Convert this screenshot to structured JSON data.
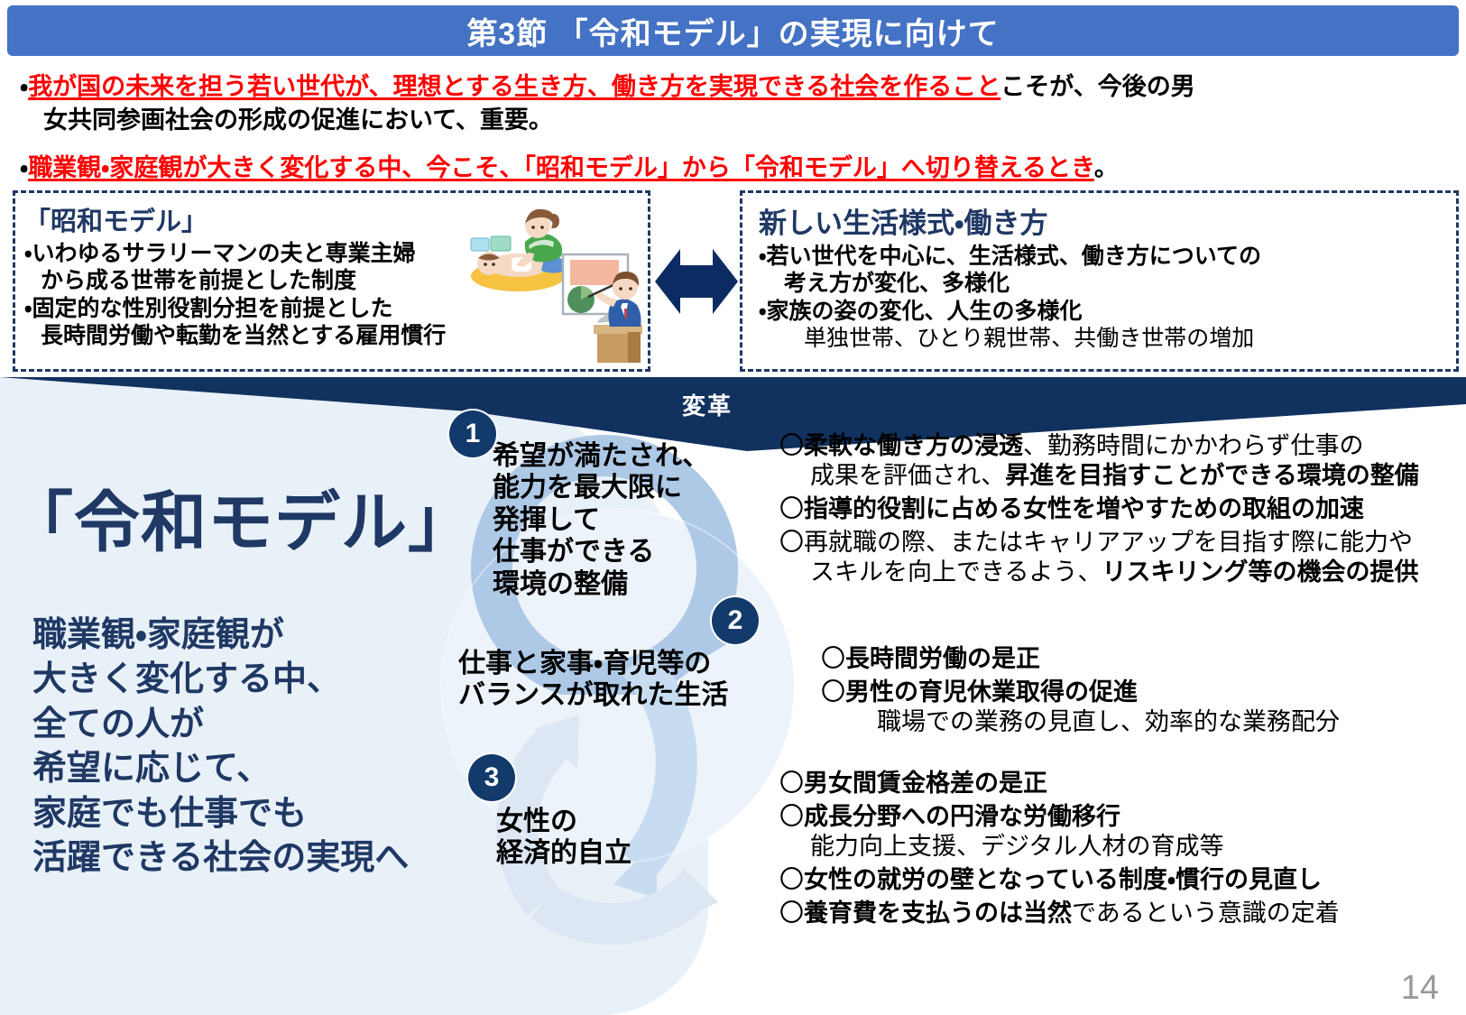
{
  "slide": {
    "page_number": "14",
    "colors": {
      "title_bar": "#4472C4",
      "navy": "#1F3864",
      "badge_navy": "#123A6B",
      "cycle_arrow": "#AEC9E6",
      "cycle_arrow_light": "#DCE7F3",
      "panel_bg": "#E8F0F8",
      "red": "#FF0000"
    }
  },
  "title": {
    "text": "第3節 「令和モデル」の実現に向けて"
  },
  "lead": {
    "item1": {
      "bullet": "・",
      "highlight": "我が国の未来を担う若い世代が、理想とする生き方、働き方を実現できる社会を作ること",
      "tail": "こそが、今後の男",
      "continuation": "女共同参画社会の形成の促進において、重要。"
    },
    "item2": {
      "bullet": "・",
      "highlight": "職業観・家庭観が大きく変化する中、今こそ、「昭和モデル」から「令和モデル」へ切り替えるとき",
      "tail": "。"
    }
  },
  "box_showa": {
    "heading": "「昭和モデル」",
    "lines": [
      "・いわゆるサラリーマンの夫と専業主婦",
      "から成る世帯を前提とした制度",
      "・固定的な性別役割分担を前提とした",
      "長時間労働や転勤を当然とする雇用慣行"
    ],
    "illustration_name": "parent-childcare-and-businessman-presenting"
  },
  "box_new": {
    "heading": "新しい生活様式・働き方",
    "lines": [
      "・若い世代を中心に、生活様式、働き方についての",
      "考え方が変化、多様化",
      "・家族の姿の変化、人生の多様化",
      "単独世帯、ひとり親世帯、共働き世帯の増加"
    ]
  },
  "transform_band": {
    "label": "変革"
  },
  "reiwa": {
    "title": "「令和モデル」",
    "body_lines": [
      "職業観・家庭観が",
      "大きく変化する中、",
      "全ての人が",
      "希望に応じて、",
      "家庭でも仕事でも",
      "活躍できる社会の実現へ"
    ]
  },
  "cycle": {
    "steps": [
      {
        "number": "1",
        "lines": [
          "希望が満たされ、",
          "能力を最大限に",
          "発揮して",
          "仕事ができる",
          "環境の整備"
        ]
      },
      {
        "number": "2",
        "lines": [
          "仕事と家事・育児等の",
          "バランスが取れた生活"
        ]
      },
      {
        "number": "3",
        "lines": [
          "女性の",
          "経済的自立"
        ]
      }
    ]
  },
  "measures": {
    "group_a": [
      {
        "mark": "〇",
        "bold_lead": "柔軟な働き方の浸透",
        "normal_rest": "、勤務時間にかかわらず仕事の",
        "sub_normal": "成果を評価され、",
        "sub_bold": "昇進を目指すことができる環境の整備"
      },
      {
        "mark": "〇",
        "bold_lead": "指導的役割に占める女性を増やすための取組の加速",
        "normal_rest": "",
        "sub_normal": "",
        "sub_bold": ""
      },
      {
        "mark": "〇",
        "bold_lead": "",
        "normal_rest": "再就職の際、またはキャリアアップを目指す際に能力や",
        "sub_normal": "スキルを向上できるよう、",
        "sub_bold": "リスキリング等の機会の提供"
      }
    ],
    "group_b": [
      {
        "mark": "〇",
        "bold_lead": "長時間労働の是正",
        "normal_rest": "",
        "sub_normal": "",
        "sub_bold": ""
      },
      {
        "mark": "〇",
        "bold_lead": "男性の育児休業取得の促進",
        "normal_rest": "",
        "sub_normal": "職場での業務の見直し、効率的な業務配分",
        "sub_bold": ""
      }
    ],
    "group_c": [
      {
        "mark": "〇",
        "bold_lead": "男女間賃金格差の是正",
        "normal_rest": "",
        "sub_normal": "",
        "sub_bold": ""
      },
      {
        "mark": "〇",
        "bold_lead": "成長分野への円滑な労働移行",
        "normal_rest": "",
        "sub_normal": "能力向上支援、デジタル人材の育成等",
        "sub_bold": ""
      },
      {
        "mark": "〇",
        "bold_lead": "女性の就労の壁となっている制度・慣行の見直し",
        "normal_rest": "",
        "sub_normal": "",
        "sub_bold": ""
      },
      {
        "mark": "〇",
        "bold_lead": "養育費を支払うのは当然",
        "normal_rest": "であるという意識の定着",
        "sub_normal": "",
        "sub_bold": ""
      }
    ]
  }
}
